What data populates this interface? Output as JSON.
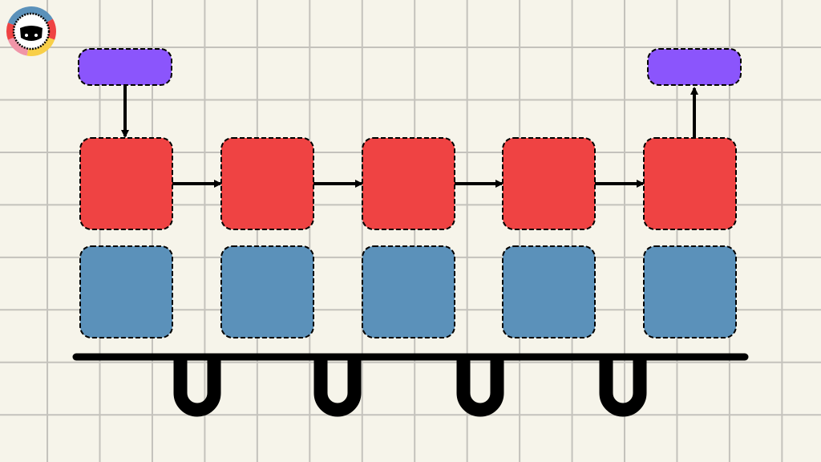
{
  "colors": {
    "background": "#f6f4ea",
    "grid": "#c4c2bc",
    "input_output": "#8b55fc",
    "hidden_state": "#ef4343",
    "memory_cell": "#5b91ba",
    "stroke": "#000000"
  },
  "diagram": {
    "steps": 5,
    "input_step": 0,
    "output_step": 4,
    "loops_between_steps": 4
  },
  "logo": {
    "icon": "sheep-logo-icon",
    "ring_colors": [
      "#5b91ba",
      "#ef4343",
      "#f8cf48",
      "#f095a8"
    ]
  }
}
